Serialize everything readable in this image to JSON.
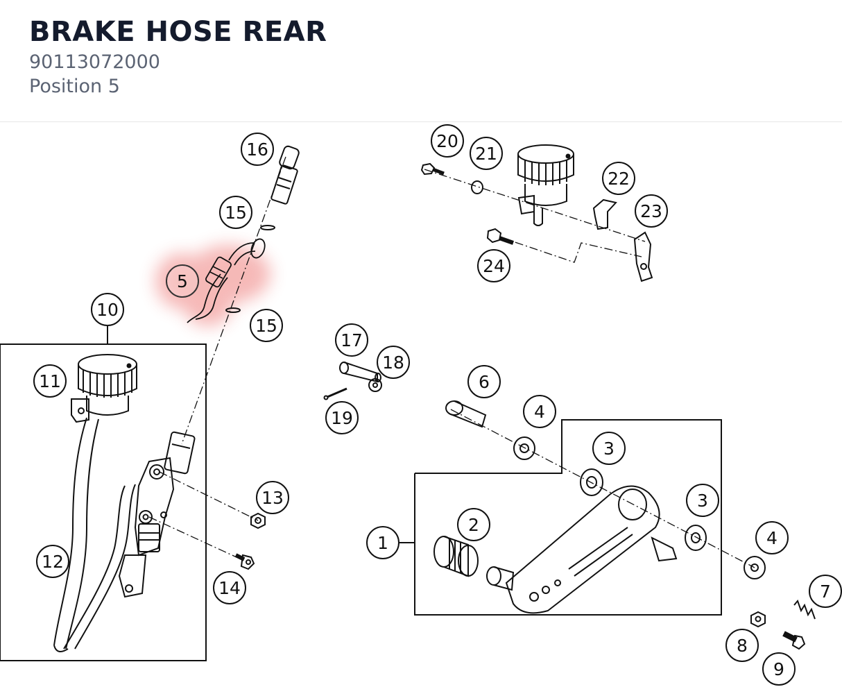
{
  "header": {
    "title": "BRAKE HOSE REAR",
    "part_number": "90113072000",
    "position": "Position 5"
  },
  "colors": {
    "highlight": "#e53935",
    "line": "#111111"
  },
  "callouts": [
    {
      "label": "1"
    },
    {
      "label": "2"
    },
    {
      "label": "3"
    },
    {
      "label": "3"
    },
    {
      "label": "4"
    },
    {
      "label": "4"
    },
    {
      "label": "5"
    },
    {
      "label": "6"
    },
    {
      "label": "7"
    },
    {
      "label": "8"
    },
    {
      "label": "9"
    },
    {
      "label": "10"
    },
    {
      "label": "11"
    },
    {
      "label": "12"
    },
    {
      "label": "13"
    },
    {
      "label": "14"
    },
    {
      "label": "15"
    },
    {
      "label": "15"
    },
    {
      "label": "16"
    },
    {
      "label": "17"
    },
    {
      "label": "18"
    },
    {
      "label": "19"
    },
    {
      "label": "20"
    },
    {
      "label": "21"
    },
    {
      "label": "22"
    },
    {
      "label": "23"
    },
    {
      "label": "24"
    }
  ]
}
